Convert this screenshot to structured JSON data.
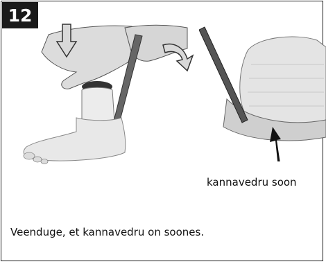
{
  "step": {
    "number": "12"
  },
  "illustration": {
    "slot_label": "kannavedru soon"
  },
  "instruction": {
    "text": "Veenduge, et kannavedru on soones."
  },
  "colors": {
    "badge": "#1a1a1a",
    "text": "#111111",
    "arrow_fill": "#d9d9d9"
  }
}
